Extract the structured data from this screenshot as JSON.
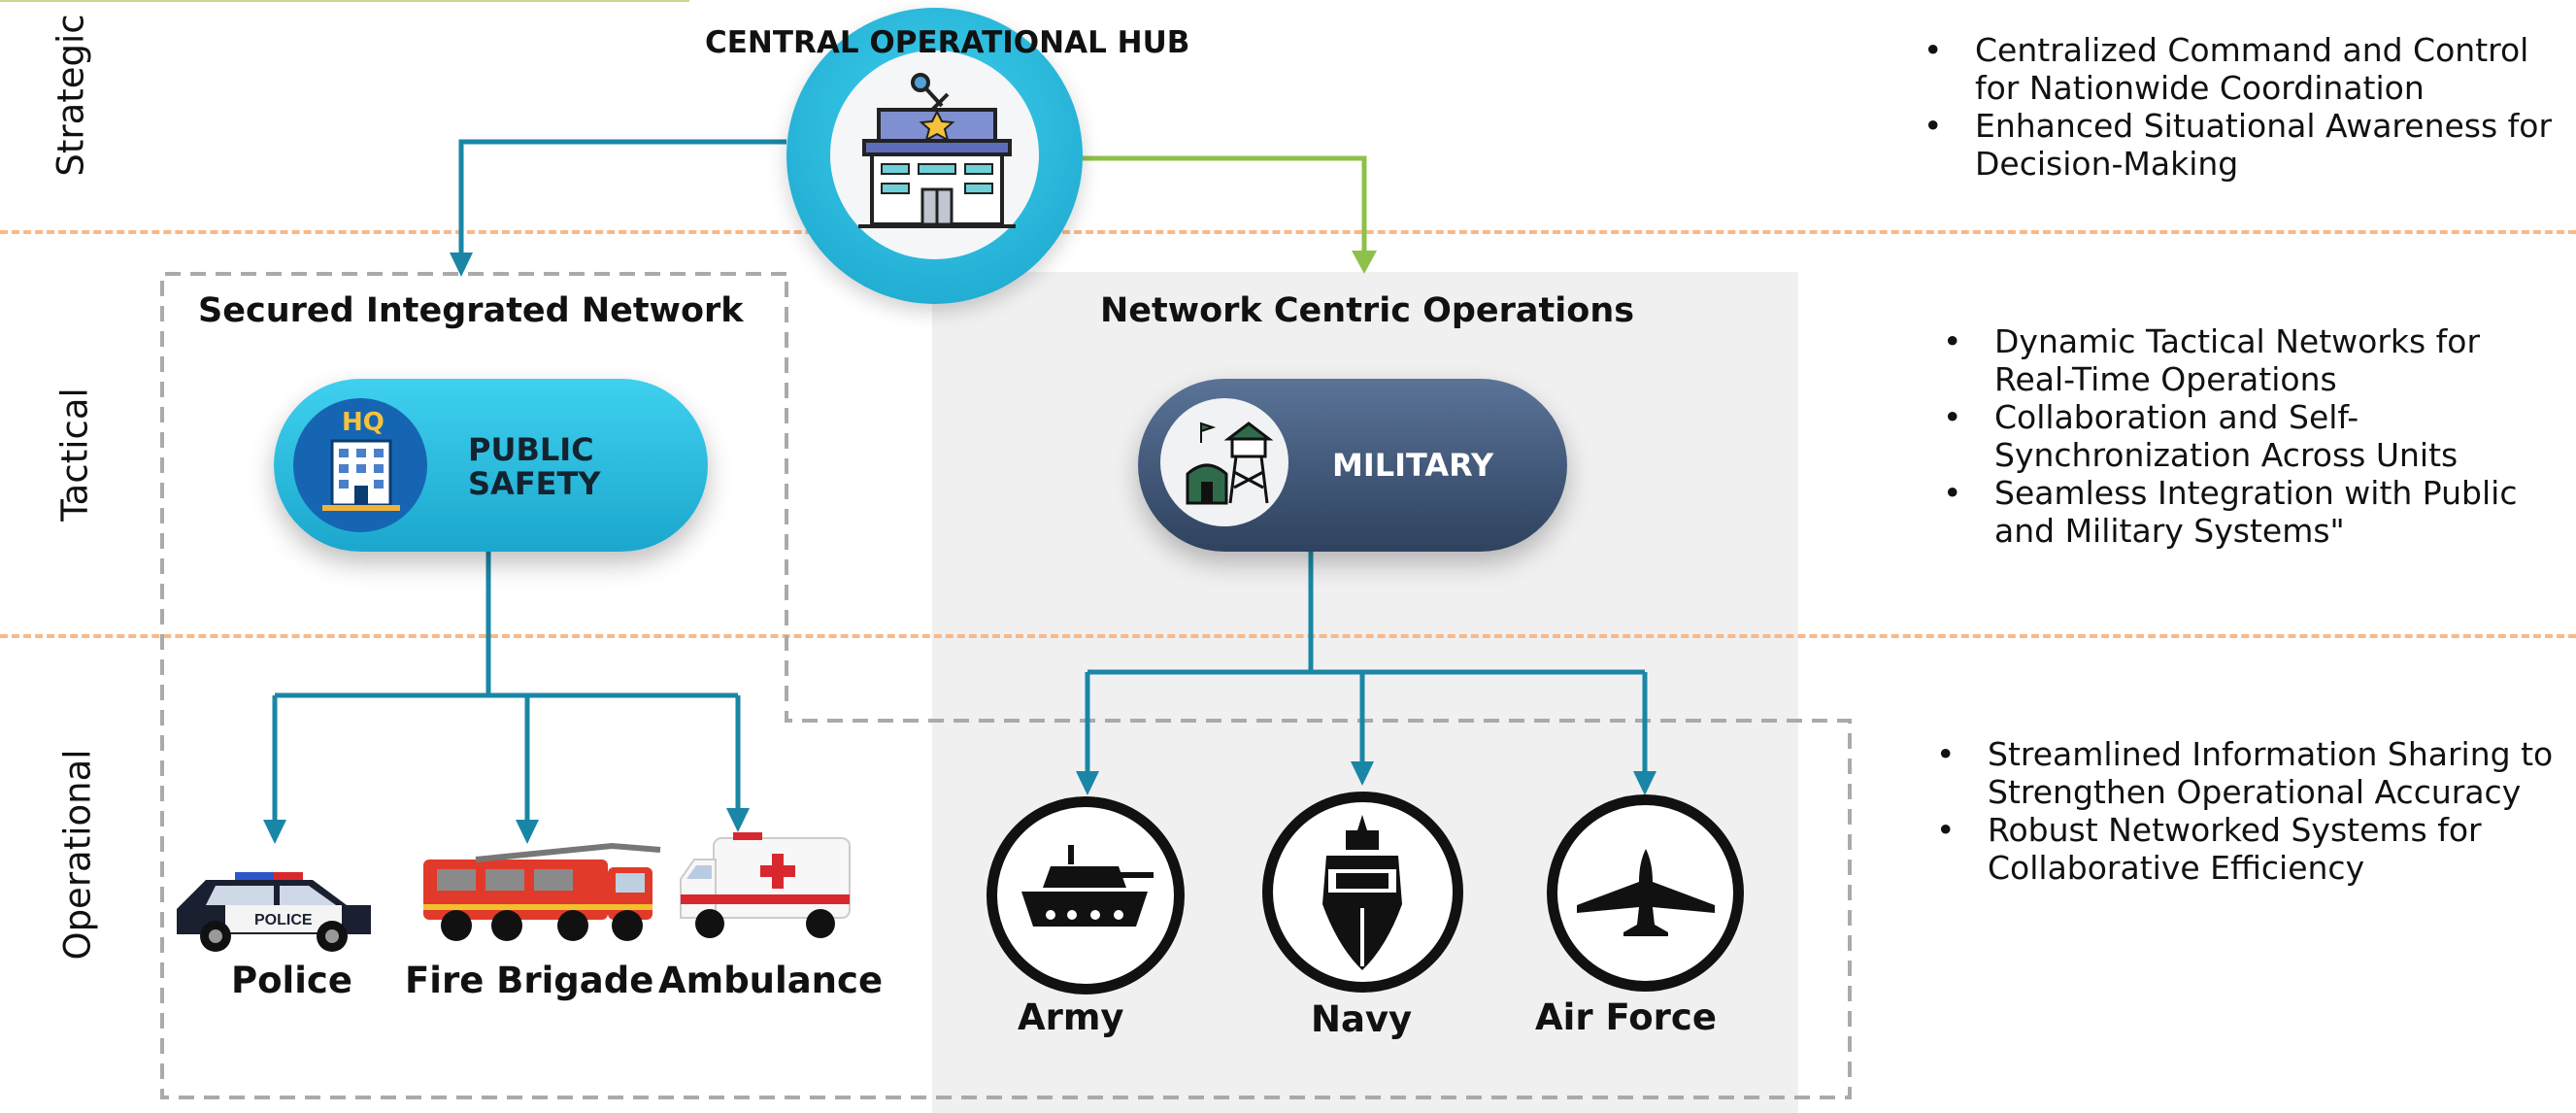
{
  "rows": {
    "strategic": "Strategic",
    "tactical": "Tactical",
    "operational": "Operational"
  },
  "hub": {
    "title": "CENTRAL OPERATIONAL HUB"
  },
  "left_panel": {
    "title": "Secured Integrated Network",
    "pill_badge": "HQ",
    "pill_label_line1": "PUBLIC",
    "pill_label_line2": "SAFETY",
    "vehicles": [
      "Police",
      "Fire Brigade",
      "Ambulance"
    ],
    "police_car_text": "POLICE"
  },
  "right_panel": {
    "title": "Network Centric Operations",
    "pill_label": "MILITARY",
    "branches": [
      "Army",
      "Navy",
      "Air Force"
    ]
  },
  "bullets": {
    "strategic": [
      "Centralized Command and Control for Nationwide Coordination",
      "Enhanced Situational Awareness for Decision-Making"
    ],
    "tactical": [
      "Dynamic Tactical Networks for Real-Time Operations",
      "Collaboration and Self-Synchronization Across Units",
      "Seamless Integration with Public and Military Systems\""
    ],
    "operational": [
      "Streamlined Information Sharing to Strengthen Operational Accuracy",
      "Robust Networked Systems for Collaborative Efficiency"
    ]
  },
  "colors": {
    "teal_connector": "#1a86a6",
    "green_connector": "#8dc14a",
    "tier_divider": "#f7b98a",
    "public_safety_pill": "#29b8dc",
    "military_pill": "#3b5271",
    "right_panel_bg": "#f0f0f0"
  },
  "icons": [
    "building-icon",
    "hq-building-icon",
    "watchtower-icon",
    "police-car-icon",
    "fire-truck-icon",
    "ambulance-icon",
    "tank-icon",
    "ship-icon",
    "fighter-jet-icon"
  ]
}
